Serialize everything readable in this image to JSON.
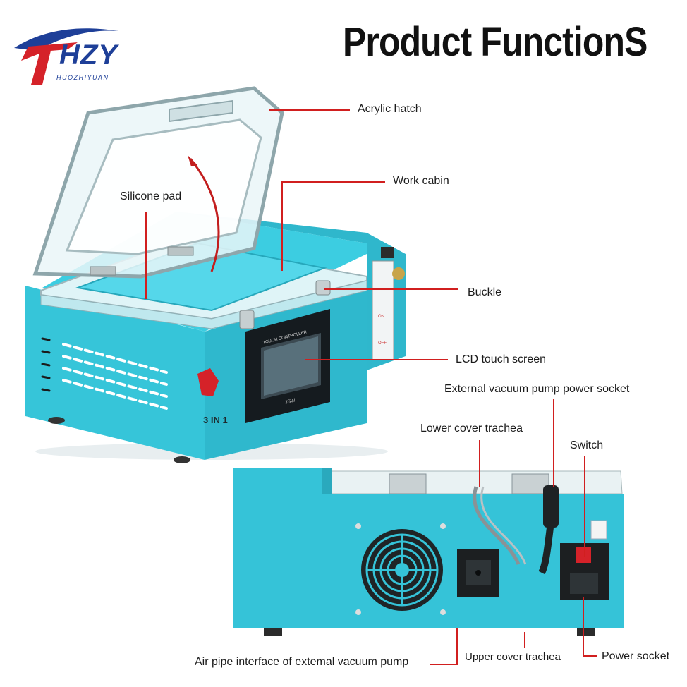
{
  "logo": {
    "name": "HZY",
    "sub": "HUOZHIYUAN"
  },
  "title": "Product FunctionS",
  "machine": {
    "panel_text": "TOUCH CONTROLLER",
    "panel_bottom": "JSW",
    "model_text": "3 IN 1",
    "on_text": "ON",
    "off_text": "OFF"
  },
  "labels": {
    "acrylic_hatch": "Acrylic hatch",
    "work_cabin": "Work cabin",
    "silicone_pad": "Silicone pad",
    "buckle": "Buckle",
    "lcd_touch_screen": "LCD touch screen",
    "external_pump_socket": "External vacuum pump power socket",
    "lower_cover_trachea": "Lower cover trachea",
    "switch": "Switch",
    "air_pipe_interface": "Air pipe interface of extemal vacuum pump",
    "upper_cover_trachea": "Upper cover trachea",
    "power_socket": "Power socket"
  },
  "colors": {
    "body": "#35c3d8",
    "body_dark": "#2aa9bd",
    "leader_line": "#d11f1f",
    "logo_blue": "#1e3f98",
    "logo_red": "#d52229"
  }
}
